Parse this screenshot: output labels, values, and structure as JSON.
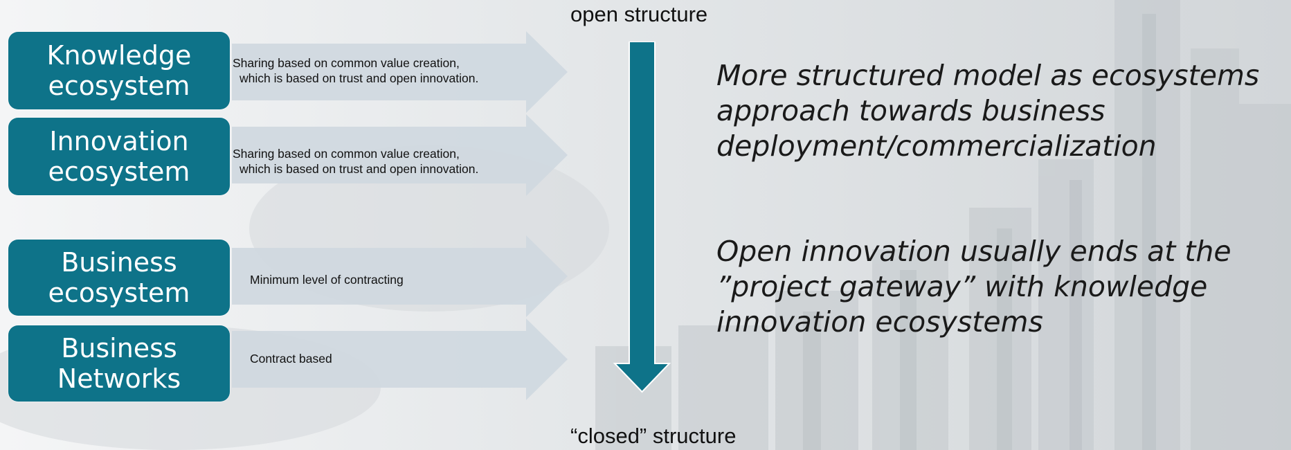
{
  "colors": {
    "accent": "#0e7389",
    "arrow_fill": "#cfd8df",
    "text": "#111111"
  },
  "ecosystems": [
    {
      "name_lines": [
        "Knowledge",
        "ecosystem"
      ],
      "description_lines": [
        "Sharing based on common value creation,",
        "which is based on trust and open innovation."
      ]
    },
    {
      "name_lines": [
        "Innovation",
        "ecosystem"
      ],
      "description_lines": [
        "Sharing based on common value creation,",
        "which is based on trust and open innovation."
      ]
    },
    {
      "name_lines": [
        "Business",
        "ecosystem"
      ],
      "description_lines": [
        "Minimum level of contracting"
      ]
    },
    {
      "name_lines": [
        "Business",
        "Networks"
      ],
      "description_lines": [
        "Contract based"
      ]
    }
  ],
  "structure_axis": {
    "top_label": "open structure",
    "bottom_label": "“closed” structure"
  },
  "statements": [
    {
      "lines": [
        "More structured model as ecosystems",
        "approach towards business",
        "deployment/commercialization"
      ]
    },
    {
      "lines": [
        "Open innovation usually ends at the",
        "”project gateway” with knowledge",
        "innovation ecosystems"
      ]
    }
  ]
}
